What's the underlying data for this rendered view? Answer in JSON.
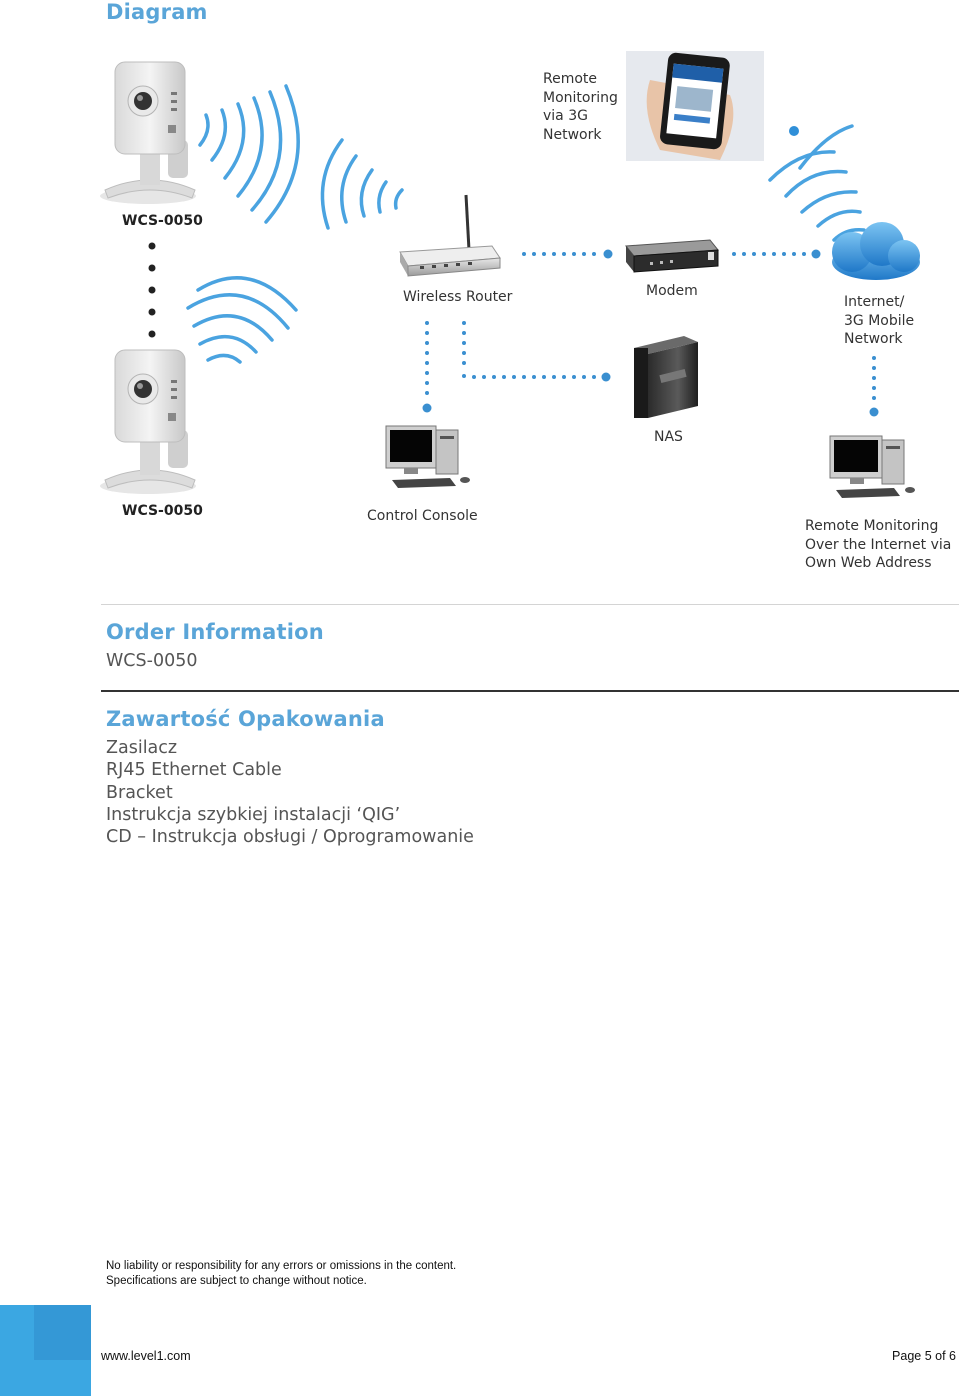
{
  "diagram": {
    "title": "Diagram",
    "labels": {
      "camera_top": "WCS-0050",
      "camera_bottom": "WCS-0050",
      "remote_3g": [
        "Remote",
        "Monitoring",
        "via 3G",
        "Network"
      ],
      "router": "Wireless Router",
      "modem": "Modem",
      "internet": [
        "Internet/",
        "3G Mobile",
        "Network"
      ],
      "nas": "NAS",
      "control_console": "Control  Console",
      "remote_web": [
        "Remote Monitoring",
        "Over the Internet via",
        "Own Web Address"
      ]
    },
    "colors": {
      "accent": "#5aa5d8",
      "dots": "#3a8fd0",
      "waves": "#4aa3e0",
      "cloud": "#2e8fdc"
    }
  },
  "order": {
    "heading": "Order Information",
    "model": "WCS-0050"
  },
  "contents": {
    "heading": "Zawartość Opakowania",
    "items": [
      "Zasilacz",
      "RJ45 Ethernet Cable",
      "Bracket",
      "Instrukcja szybkiej instalacji ‘QIG’",
      "CD – Instrukcja obsługi / Oprogramowanie"
    ]
  },
  "disclaimer": {
    "line1": "No liability or responsibility for any errors or omissions in the content.",
    "line2": "Specifications are subject to change without notice."
  },
  "footer": {
    "url": "www.level1.com",
    "page": "Page 5 of 6",
    "bar_color": "#3ba7e2"
  }
}
